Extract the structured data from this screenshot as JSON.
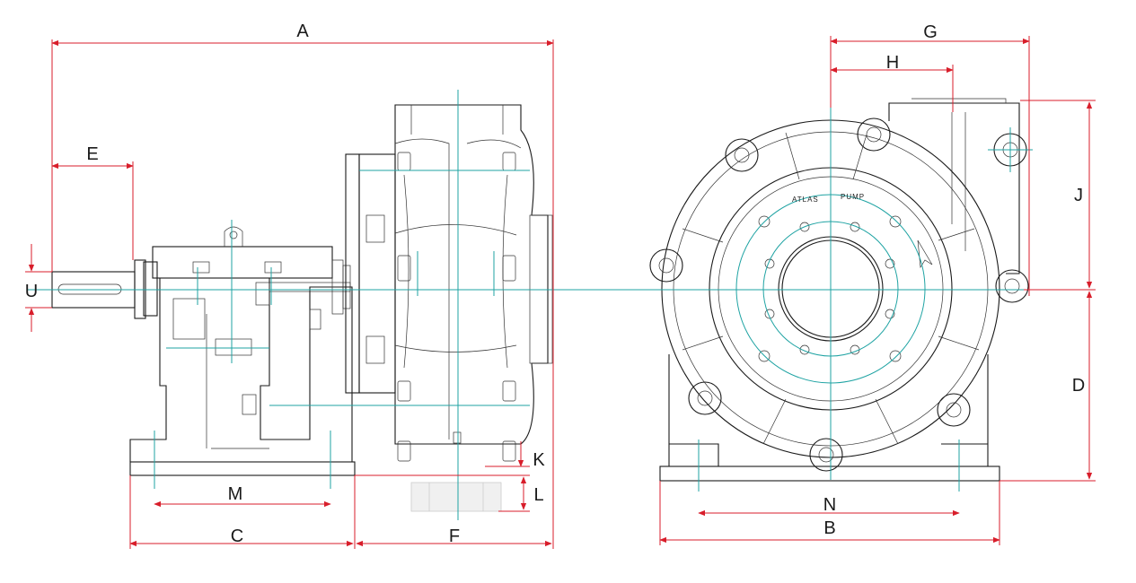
{
  "diagram": {
    "dimension_labels": {
      "A": "A",
      "B": "B",
      "C": "C",
      "D": "D",
      "E": "E",
      "F": "F",
      "G": "G",
      "H": "H",
      "J": "J",
      "K": "K",
      "L": "L",
      "M": "M",
      "N": "N",
      "U": "U"
    },
    "casing_text": {
      "top_left": "ATLAS",
      "top_right": "PUMP"
    }
  },
  "colors": {
    "dimension_line": "#d81e2b",
    "center_line": "#1fa3a3",
    "outline": "#1a1a1a",
    "background": "#ffffff"
  }
}
